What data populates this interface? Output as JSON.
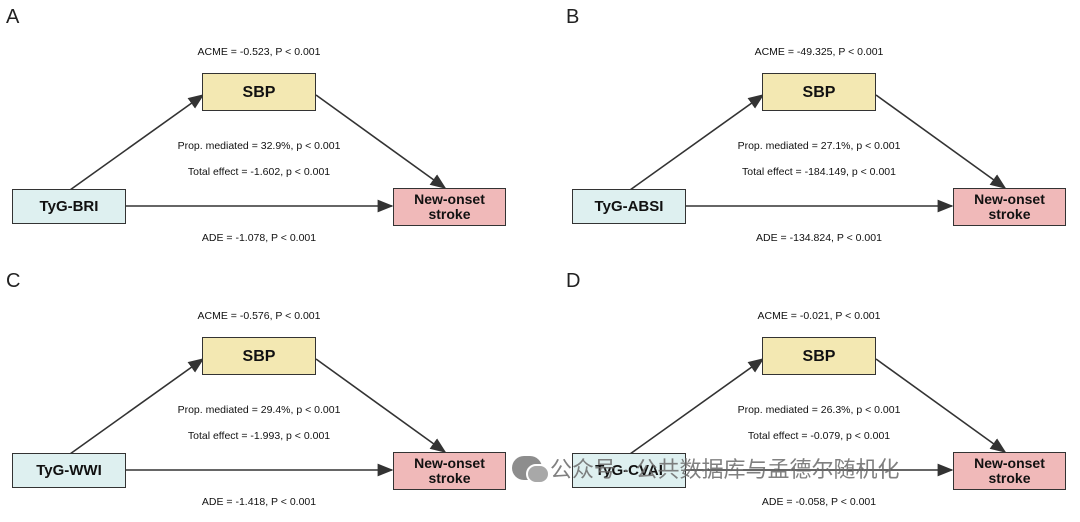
{
  "panels": [
    {
      "letter": "A",
      "mediator": "SBP",
      "exposure": "TyG-BRI",
      "outcome": "New-onset stroke",
      "acme": "ACME = -0.523, P < 0.001",
      "prop_mediated": "Prop. mediated = 32.9%, p < 0.001",
      "total_effect": "Total effect = -1.602, p < 0.001",
      "ade": "ADE = -1.078, P < 0.001"
    },
    {
      "letter": "B",
      "mediator": "SBP",
      "exposure": "TyG-ABSI",
      "outcome": "New-onset stroke",
      "acme": "ACME = -49.325, P < 0.001",
      "prop_mediated": "Prop. mediated = 27.1%, p < 0.001",
      "total_effect": "Total effect = -184.149, p < 0.001",
      "ade": "ADE = -134.824, P < 0.001"
    },
    {
      "letter": "C",
      "mediator": "SBP",
      "exposure": "TyG-WWI",
      "outcome": "New-onset stroke",
      "acme": "ACME = -0.576, P < 0.001",
      "prop_mediated": "Prop. mediated = 29.4%, p < 0.001",
      "total_effect": "Total effect = -1.993, p < 0.001",
      "ade": "ADE = -1.418, P < 0.001"
    },
    {
      "letter": "D",
      "mediator": "SBP",
      "exposure": "TyG-CVAI",
      "outcome": "New-onset stroke",
      "acme": "ACME = -0.021, P < 0.001",
      "prop_mediated": "Prop. mediated = 26.3%, p < 0.001",
      "total_effect": "Total effect = -0.079, p < 0.001",
      "ade": "ADE = -0.058, P < 0.001"
    }
  ],
  "watermark": {
    "icon": "wechat-icon",
    "text": "公众号 · 公共数据库与孟德尔随机化"
  }
}
